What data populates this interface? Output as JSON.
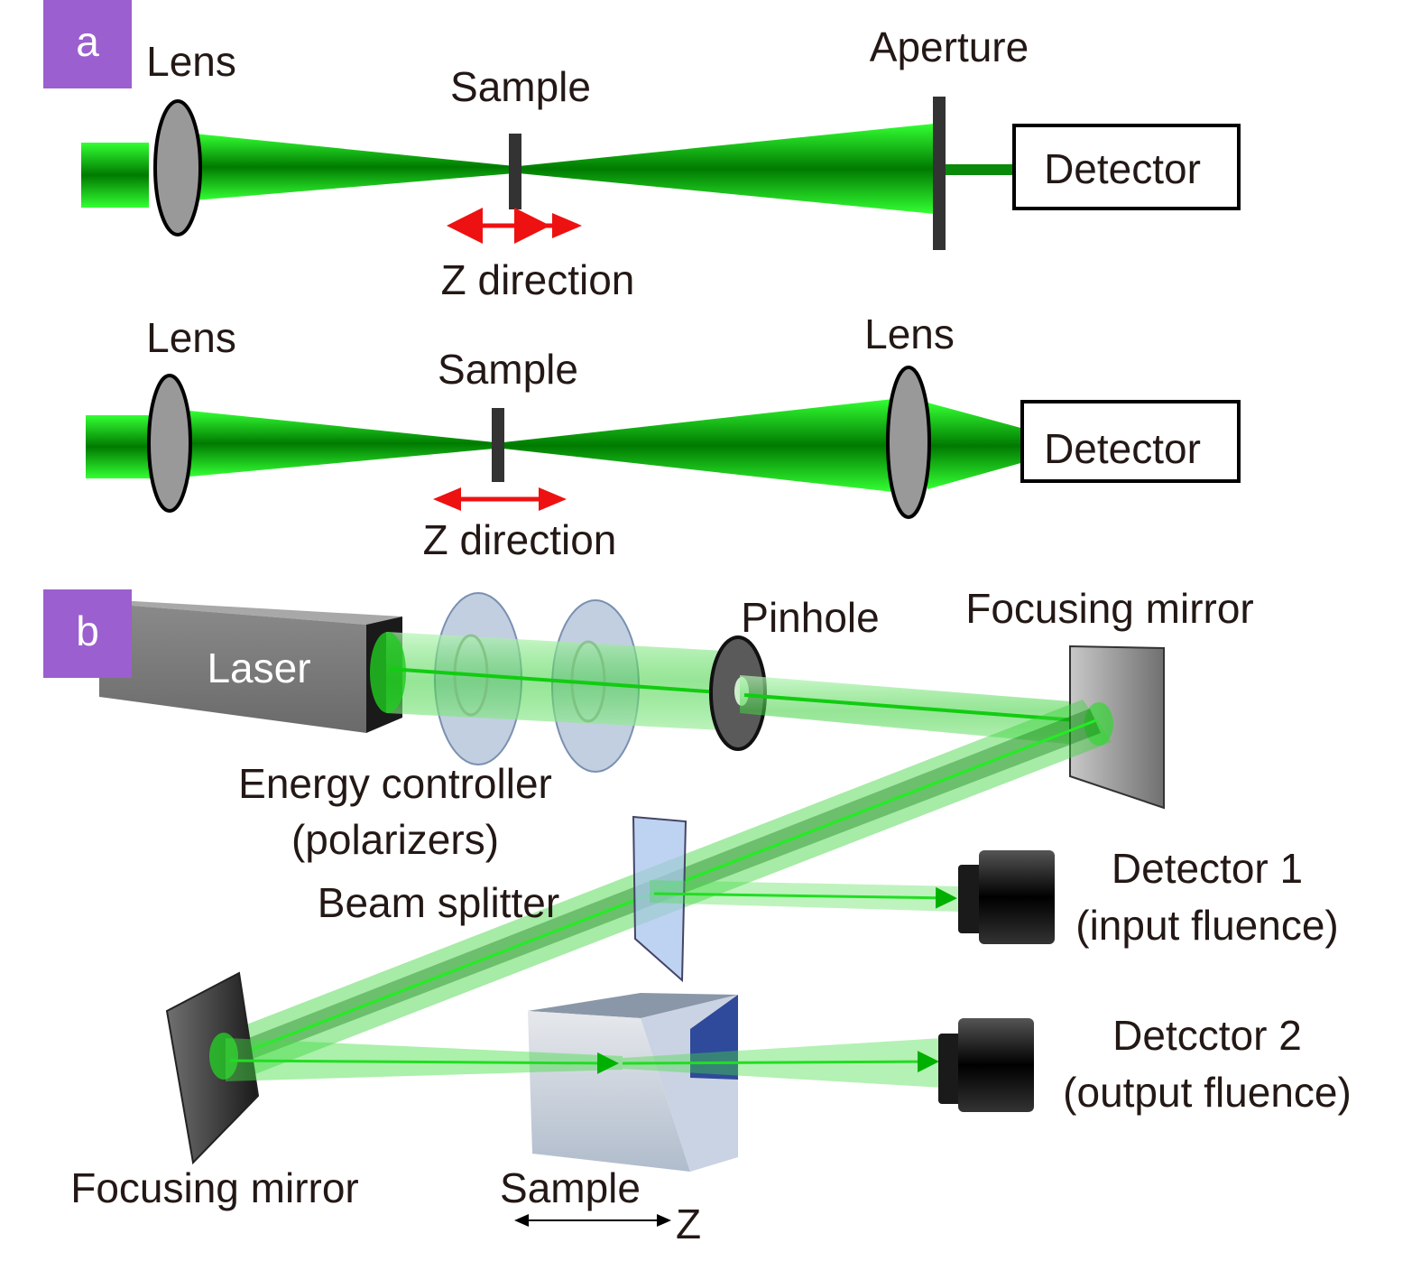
{
  "colors": {
    "beam": "#22dd22",
    "beam_dark": "#008800",
    "arrow_red": "#ee1111",
    "panel_tag": "#9b5fcf",
    "lens_fill": "#999999",
    "polarizer": "#8fa8c8"
  },
  "panel_a": {
    "tag": "a",
    "top": {
      "lens": "Lens",
      "sample": "Sample",
      "aperture": "Aperture",
      "detector": "Detector",
      "z": "Z direction"
    },
    "bottom": {
      "lens_left": "Lens",
      "sample": "Sample",
      "lens_right": "Lens",
      "detector": "Detector",
      "z": "Z direction"
    }
  },
  "panel_b": {
    "tag": "b",
    "laser": "Laser",
    "pinhole": "Pinhole",
    "focusing_mirror_top": "Focusing mirror",
    "energy_controller_1": "Energy controller",
    "energy_controller_2": "(polarizers)",
    "beam_splitter": "Beam splitter",
    "detector1_1": "Detector 1",
    "detector1_2": "(input fluence)",
    "detector2_1": "Detcctor 2",
    "detector2_2": "(output fluence)",
    "focusing_mirror_bottom": "Focusing mirror",
    "sample": "Sample",
    "z": "Z"
  }
}
